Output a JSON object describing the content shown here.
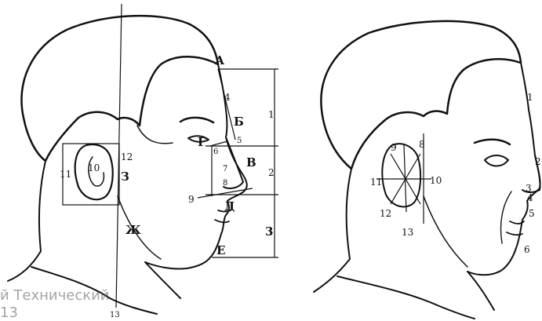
{
  "left_figure": {
    "points": [
      "А",
      "Б",
      "Г",
      "В",
      "Д",
      "Е",
      "Ж",
      "З"
    ],
    "numbers": [
      "1",
      "2",
      "3",
      "4",
      "5",
      "6",
      "7",
      "8",
      "9",
      "10",
      "11",
      "12",
      "13"
    ],
    "scale_labels": [
      "1",
      "2",
      "3"
    ]
  },
  "right_figure": {
    "numbers_left": [
      "9",
      "11",
      "12",
      "13",
      "10",
      "8"
    ],
    "numbers_right": [
      "1",
      "2",
      "3",
      "4",
      "5",
      "6"
    ]
  },
  "watermark": {
    "line1": "й Технический",
    "line2": "13"
  }
}
